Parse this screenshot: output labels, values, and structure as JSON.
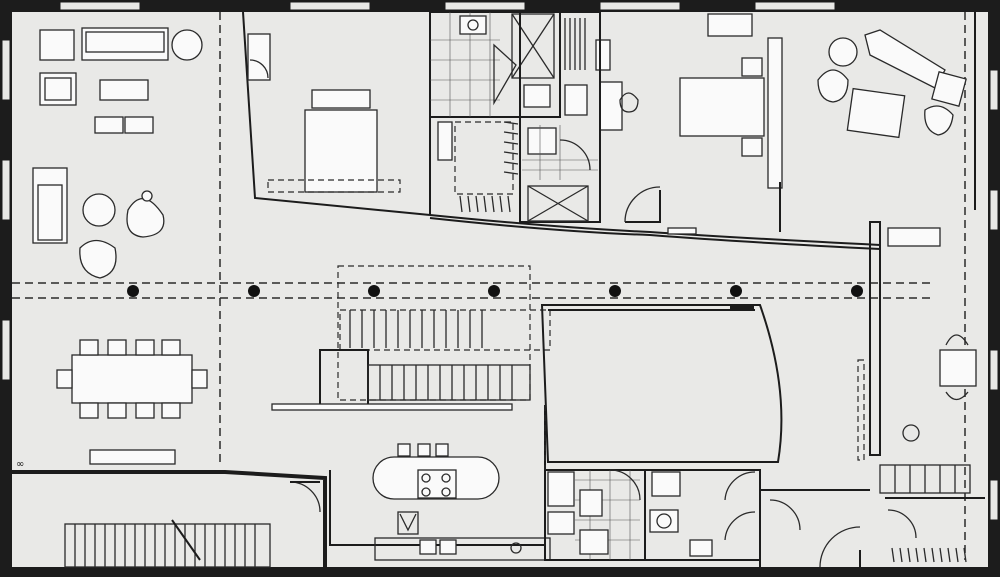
{
  "drawing": {
    "type": "architectural floor plan",
    "annotation": "∞"
  },
  "rooms": [
    {
      "id": "living-room",
      "label": ""
    },
    {
      "id": "dining-room",
      "label": ""
    },
    {
      "id": "bedroom-1",
      "label": ""
    },
    {
      "id": "bathroom-1",
      "label": ""
    },
    {
      "id": "closet-1",
      "label": ""
    },
    {
      "id": "master-bedroom",
      "label": ""
    },
    {
      "id": "sitting-area",
      "label": ""
    },
    {
      "id": "stair-hall",
      "label": ""
    },
    {
      "id": "open-core",
      "label": ""
    },
    {
      "id": "kitchen",
      "label": ""
    },
    {
      "id": "powder-room",
      "label": ""
    },
    {
      "id": "laundry",
      "label": ""
    },
    {
      "id": "study",
      "label": ""
    },
    {
      "id": "storage-room",
      "label": ""
    }
  ],
  "columns_count": 7,
  "colors": {
    "paper": "#e9e9e7",
    "ink": "#1c1c1c",
    "fill": "#fafafa"
  }
}
